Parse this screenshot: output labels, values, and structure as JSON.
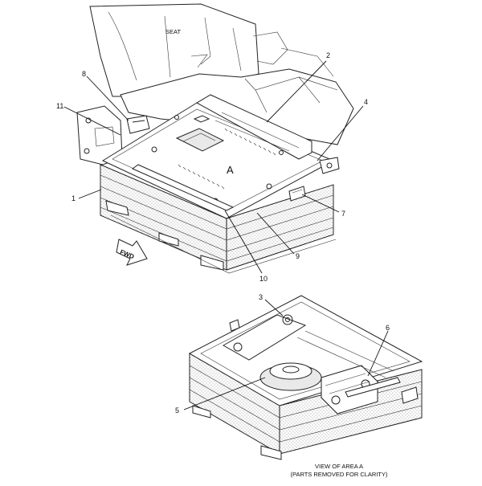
{
  "labels": {
    "seat": "SEAT",
    "area": "A",
    "fwd": "FWD",
    "view_line1": "VIEW OF AREA A",
    "view_line2": "(PARTS REMOVED FOR CLARITY)"
  },
  "callouts": [
    "1",
    "2",
    "3",
    "4",
    "5",
    "6",
    "7",
    "8",
    "9",
    "10",
    "11"
  ]
}
